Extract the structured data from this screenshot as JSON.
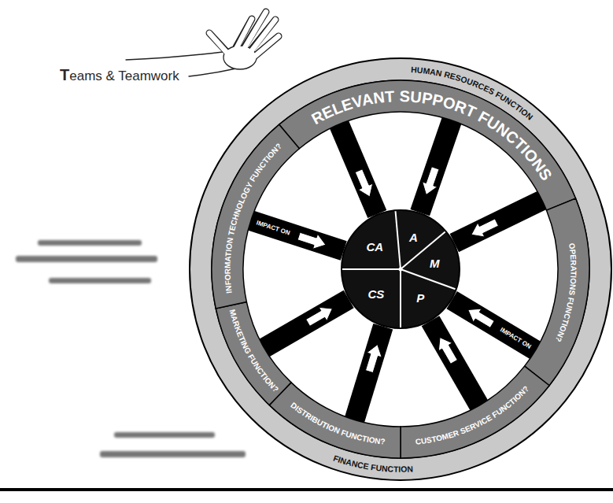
{
  "diagram": {
    "nodes": [
      {
        "text": [
          "HUMAN RESOURCES FUNCTION",
          "FINANCE FUNCTION"
        ]
      },
      {
        "text": [
          "RELEVANT SUPPORT FUNCTIONS"
        ],
        "in": 0
      },
      {
        "text": [
          "OPERATIONS FUNCTION?"
        ],
        "in": 0
      },
      {
        "text": [
          "CUSTOMER SERVICE FUNCTION?"
        ],
        "in": 0
      },
      {
        "text": [
          "DISTRIBUTION FUNCTION?"
        ],
        "in": 0
      },
      {
        "text": [
          "MARKETING FUNCTION?"
        ],
        "in": 0
      },
      {
        "text": [
          "INFORMATION TECHNOLOGY FUNCTION?"
        ],
        "in": 0
      },
      {
        "text": [
          "A",
          "M",
          "P",
          "CS",
          "CA"
        ],
        "in": 0
      }
    ],
    "edges": [
      {
        "from": 1,
        "to": 7,
        "arrow": "to"
      },
      {
        "from": 1,
        "to": 7,
        "arrow": "to"
      },
      {
        "from": 1,
        "to": 7,
        "arrow": "to"
      },
      {
        "from": 2,
        "to": 7,
        "label": "IMPACT ON",
        "arrow": "to"
      },
      {
        "from": 3,
        "to": 7,
        "arrow": "to"
      },
      {
        "from": 4,
        "to": 7,
        "arrow": "to"
      },
      {
        "from": 5,
        "to": 7,
        "arrow": "to"
      },
      {
        "from": 6,
        "to": 7,
        "label": "IMPACT ON",
        "arrow": "to"
      }
    ],
    "labels": [
      "Teams & Teamwork"
    ]
  }
}
